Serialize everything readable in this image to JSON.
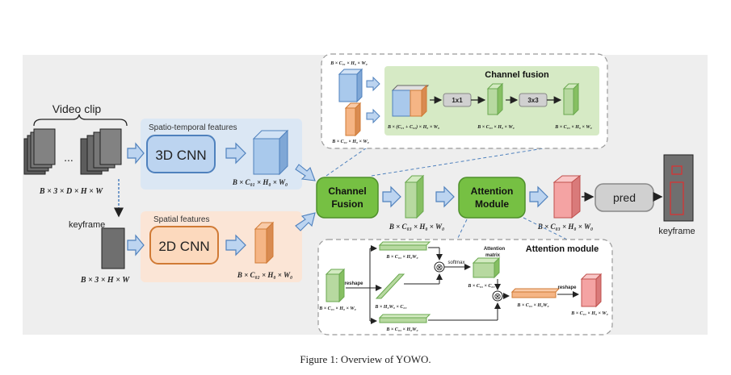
{
  "figure": {
    "caption": "Figure 1: Overview of YOWO.",
    "video_clip_label": "Video clip",
    "clip_ellipsis": "...",
    "clip_dims": "B × 3 × D × H × W",
    "keyframe_label": "keyframe",
    "keyframe_dims": "B × 3 × H × W",
    "spatio_temporal": {
      "title": "Spatio-temporal features",
      "block": "3D CNN",
      "dims": "B × C₀₁ × H₀ × W₀"
    },
    "spatial": {
      "title": "Spatial features",
      "block": "2D CNN",
      "dims": "B × C₀₂ × H₀ × W₀"
    },
    "channel_fusion_block": {
      "line1": "Channel",
      "line2": "Fusion"
    },
    "fused_dims": "B × C₀₃ × H₀ × W₀",
    "attention_block": {
      "line1": "Attention",
      "line2": "Module"
    },
    "att_out_dims": "B × C₀₃ × H₀ × W₀",
    "pred": "pred",
    "output_label": "keyframe",
    "channel_fusion_detail": {
      "title": "Channel fusion",
      "in_blue_dims": "B × C₀₁ × H₀ × W₀",
      "in_orange_dims": "B × C₀₂ × H₀ × W₀",
      "concat_dims": "B × (C₀₁ + C₀₂) × H₀ × W₀",
      "conv1": "1x1",
      "mid_dims": "B × C₀₃ × H₀ × W₀",
      "conv2": "3x3",
      "out_dims": "B × C₀₃ × H₀ × W₀"
    },
    "attention_detail": {
      "title": "Attention module",
      "input_dims": "B × C₀₃ × H₀ × W₀",
      "reshape1": "reshape",
      "top_dims": "B × C₀₃ × H₀W₀",
      "mid_dims": "B × H₀W₀ × C₀₃",
      "bottom_dims": "B × C₀₃ × H₀W₀",
      "softmax": "softmax",
      "att_matrix_1": "Attention",
      "att_matrix_2": "matrix",
      "matrix_dims": "B × C₀₃ × C₀₃",
      "result_dims": "B × C₀₃ × H₀W₀",
      "reshape2": "reshape",
      "output_dims": "B × C₀₃ × H₀ × W₀",
      "mult_symbol": "⊗"
    },
    "colors": {
      "blue_fill": "#a9c9ec",
      "blue_stroke": "#4f81bd",
      "orange_fill": "#f5b585",
      "orange_stroke": "#d07a35",
      "green_fill": "#b7d9a0",
      "green_stroke": "#6aa84f",
      "red_fill": "#f4a3a3",
      "red_stroke": "#c0504d",
      "panel_bg": "#eeeeee",
      "blue_panel": "#dbe7f4",
      "orange_panel": "#fbe5d6",
      "green_panel": "#d6eac5",
      "block_green": "#76c043"
    }
  }
}
